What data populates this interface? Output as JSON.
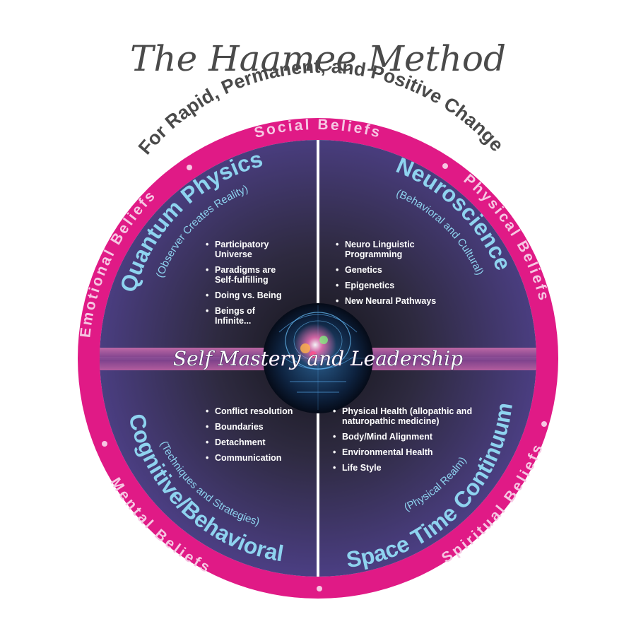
{
  "title": "The Haamee Method",
  "subtitle": "For Rapid, Permanent, and Positive Change",
  "center_banner": "Self Mastery and Leadership",
  "ring_labels": {
    "top": "Social Beliefs",
    "right": "Physical Beliefs",
    "bottom_right": "Spiritual Beliefs",
    "bottom_left": "Mental Beliefs",
    "left": "Emotional Beliefs"
  },
  "quadrants": {
    "quantum_physics": {
      "heading": "Quantum Physics",
      "subheading": "(Observer Creates Reality)",
      "items": [
        "Participatory Universe",
        "Paradigms are Self-fulfilling",
        "Doing vs. Being",
        "Beings of Infinite..."
      ]
    },
    "neuroscience": {
      "heading": "Neuroscience",
      "subheading": "(Behavioral and Cultural)",
      "items": [
        "Neuro Linguistic Programming",
        "Genetics",
        "Epigenetics",
        "New Neural Pathways"
      ]
    },
    "cognitive_behavioral": {
      "heading": "Cognitive/Behavioral",
      "subheading": "(Techniques and Strategies)",
      "items": [
        "Conflict resolution",
        "Boundaries",
        "Detachment",
        "Communication"
      ]
    },
    "space_time": {
      "heading": "Space Time Continuum",
      "subheading": "(Physical Realm)",
      "items": [
        "Physical Health (allopathic and naturopathic medicine)",
        "Body/Mind Alignment",
        "Environmental Health",
        "Life Style"
      ]
    }
  },
  "colors": {
    "ring": "#e01a86",
    "heading": "#8ed3ef",
    "title": "#4a4a4a",
    "quadrant_dark": "#1f1f24",
    "quadrant_purple": "#4b3d7e"
  }
}
